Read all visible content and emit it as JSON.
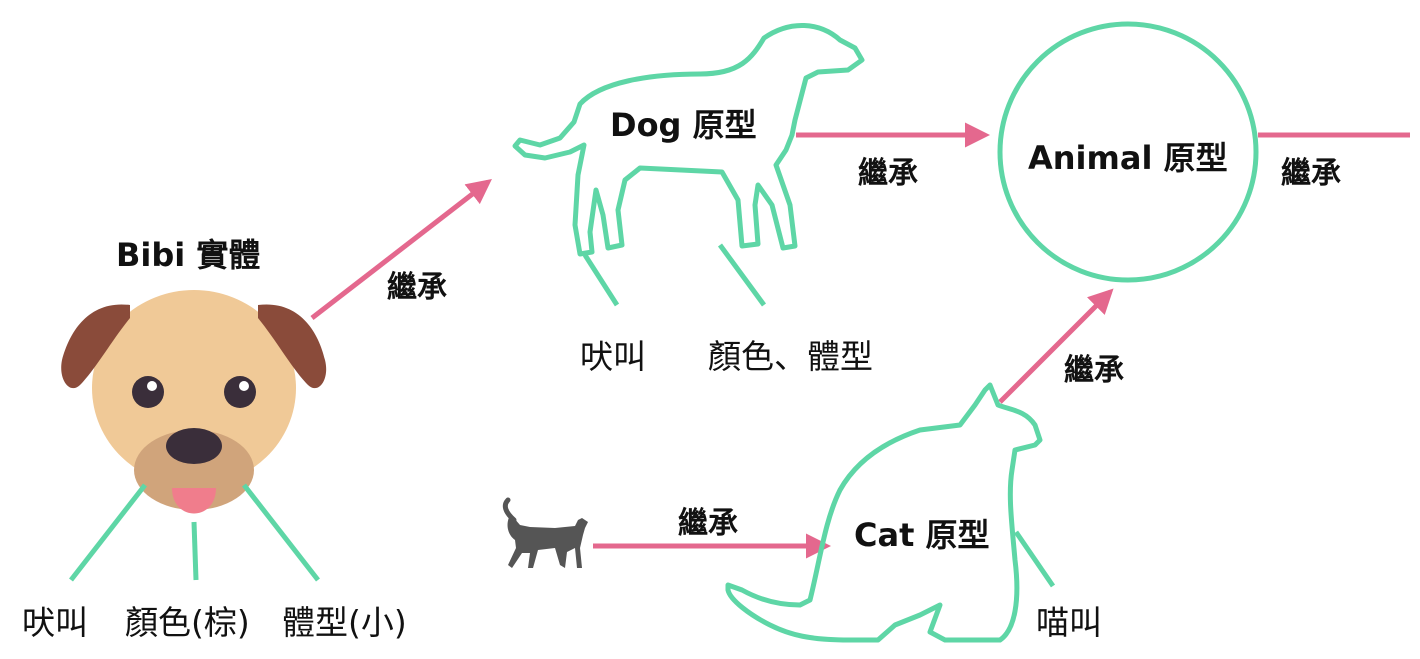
{
  "colors": {
    "outline": "#5ED6A6",
    "arrow": "#E4688E",
    "text": "#111111",
    "dog_ear": "#8A4B3A",
    "dog_face": "#F0C997",
    "dog_muzzle": "#D0A47B",
    "dog_nose": "#3A2E3A",
    "dog_tongue": "#F07D8C",
    "cat_silhouette": "#555555"
  },
  "instance": {
    "title": "Bibi 實體",
    "props": [
      "吠叫",
      "顏色(棕)",
      "體型(小)"
    ]
  },
  "dog_proto": {
    "title": "Dog 原型",
    "props": [
      "吠叫",
      "顏色、體型"
    ]
  },
  "animal_proto": {
    "title": "Animal 原型"
  },
  "cat_proto": {
    "title": "Cat 原型",
    "props": [
      "喵叫"
    ]
  },
  "arrows": {
    "bibi_to_dog": "繼承",
    "dog_to_animal": "繼承",
    "animal_out": "繼承",
    "cat_to_animal": "繼承",
    "cat_instance_to_cat": "繼承"
  },
  "icons": [
    "dog-face-icon",
    "dog-outline-icon",
    "cat-outline-icon",
    "cat-silhouette-icon",
    "circle-outline"
  ]
}
